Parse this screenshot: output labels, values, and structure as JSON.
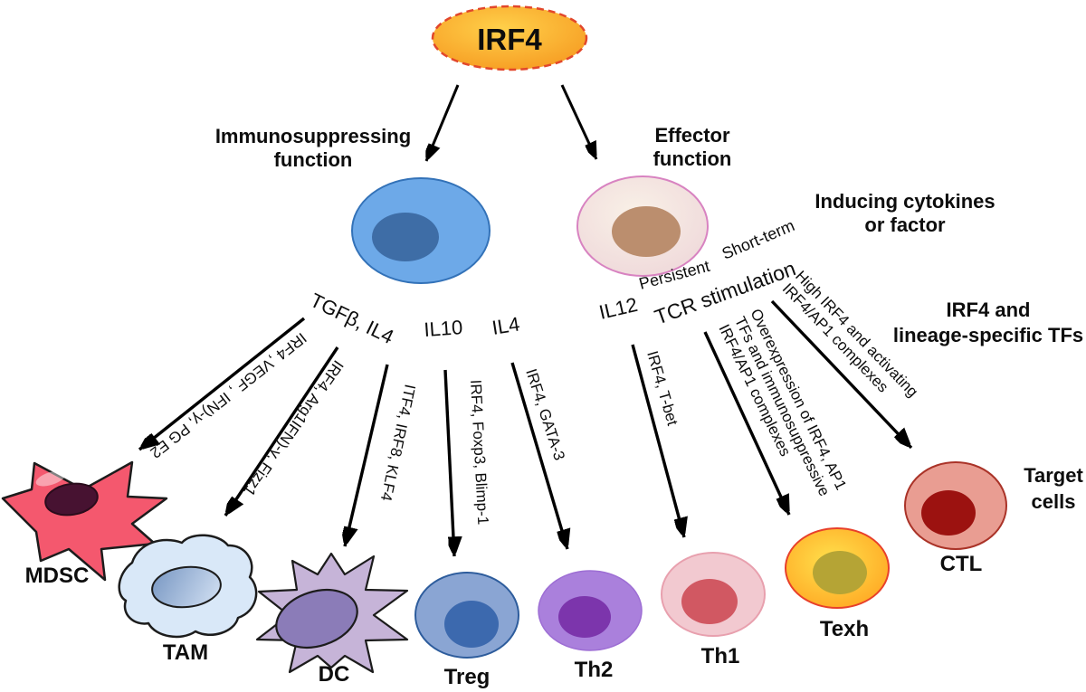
{
  "diagram": {
    "title": "IRF4",
    "functions": {
      "immunosuppressing": {
        "line1": "Immunosuppressing",
        "line2": "function"
      },
      "effector": {
        "line1": "Effector",
        "line2": "function"
      }
    },
    "column_headings": {
      "inducing": {
        "line1": "Inducing cytokines",
        "line2": "or factor"
      },
      "lineage_tfs": {
        "line1": "IRF4 and",
        "line2": "lineage-specific TFs"
      },
      "target": {
        "line1": "Target",
        "line2": "cells"
      }
    },
    "inducing_cytokines": {
      "tgfb_il4": "TGFβ, IL4",
      "il10": "IL10",
      "il4": "IL4",
      "il12": "IL12",
      "persistent": "Persistent",
      "short_term": "Short-term",
      "tcr_stimulation": "TCR stimulation"
    },
    "arrow_labels": {
      "mdsc": "IRF4 ,VEGF , IFN)-γ, PG E2",
      "tam": "IRF4, Arg1IFN)-γ, Fizz1",
      "dc": "ITF4, IRF8, KLF4",
      "treg": "IRF4, Foxp3, Blimp-1",
      "th2": "IRF4, GATA-3",
      "th1": "IRF4, T-bet",
      "texh": {
        "line1": "Overexpression of IRF4, AP1",
        "line2": "TFs and immunosuppressive",
        "line3": "IRF4/AP1 complexes"
      },
      "ctl": {
        "line1": "High IRF4 and activating",
        "line2": "IRF4/AP1 complexes"
      }
    },
    "target_cells": {
      "mdsc": "MDSC",
      "tam": "TAM",
      "dc": "DC",
      "treg": "Treg",
      "th2": "Th2",
      "th1": "Th1",
      "texh": "Texh",
      "ctl": "CTL"
    },
    "colors": {
      "irf4_fill": "#f8a224",
      "irf4_border": "#e2472b",
      "immuno_cell": "#6da9e8",
      "immuno_nucleus": "#3e6da6",
      "effector_cell": "#f3e4dd",
      "effector_border": "#d883c1",
      "effector_nucleus": "#bb8e6e",
      "mdsc": "#f4586e",
      "mdsc_nucleus": "#471231",
      "tam": "#d9e8f8",
      "tam_nucleus": "#8fa9ce",
      "dc": "#c6b4d8",
      "dc_nucleus": "#8b7cb8",
      "treg": "#8aa5d3",
      "treg_nucleus": "#3c69ae",
      "th2": "#aa80dc",
      "th2_nucleus": "#7c35ac",
      "th1": "#f2c9d0",
      "th1_nucleus": "#d15862",
      "texh": "#ffc32e",
      "texh_nucleus": "#b5a435",
      "ctl": "#e99d92",
      "ctl_nucleus": "#9c1210"
    }
  }
}
